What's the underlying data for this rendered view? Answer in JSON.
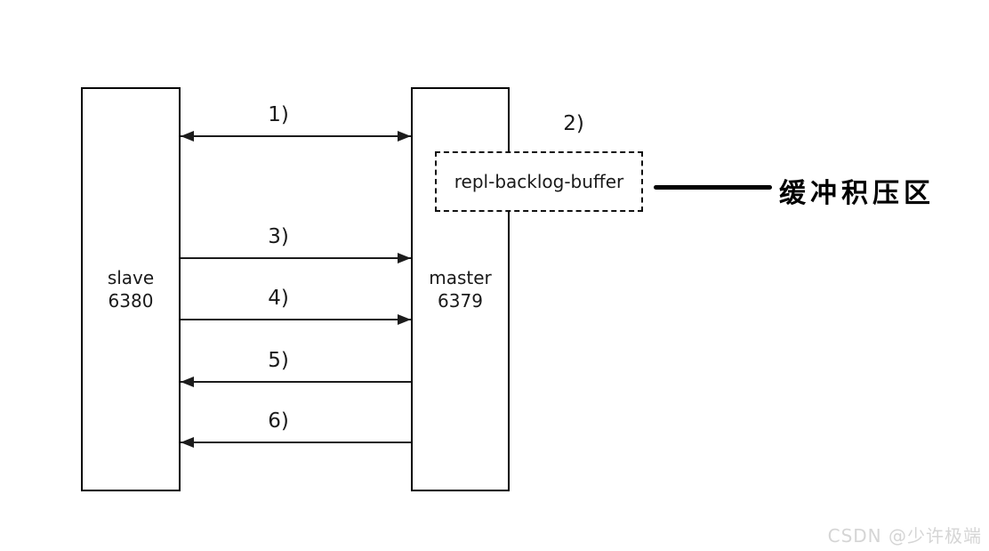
{
  "diagram": {
    "nodes": {
      "slave": {
        "name": "slave",
        "port": "6380"
      },
      "master": {
        "name": "master",
        "port": "6379"
      }
    },
    "arrows": [
      {
        "label": "1)",
        "direction": "both"
      },
      {
        "label": "3)",
        "direction": "right"
      },
      {
        "label": "4)",
        "direction": "right"
      },
      {
        "label": "5)",
        "direction": "left"
      },
      {
        "label": "6)",
        "direction": "left"
      }
    ],
    "backlog": {
      "step_label": "2)",
      "box_text": "repl-backlog-buffer",
      "annotation": "缓冲积压区"
    },
    "colors": {
      "line": "#1c1c1c",
      "background": "#ffffff",
      "watermark": "#d5d5d5"
    }
  },
  "watermark": {
    "text": "CSDN @少许极端"
  }
}
